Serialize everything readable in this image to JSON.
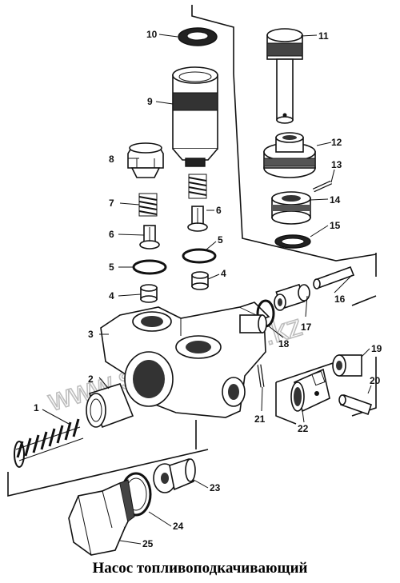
{
  "caption": "Насос топливоподкачивающий",
  "watermark": "www.sinhron-too.kz",
  "callouts": [
    "1",
    "2",
    "3",
    "4",
    "4",
    "5",
    "5",
    "6",
    "6",
    "7",
    "8",
    "9",
    "10",
    "11",
    "12",
    "13",
    "14",
    "15",
    "16",
    "17",
    "18",
    "19",
    "20",
    "21",
    "22",
    "23",
    "24",
    "25"
  ]
}
